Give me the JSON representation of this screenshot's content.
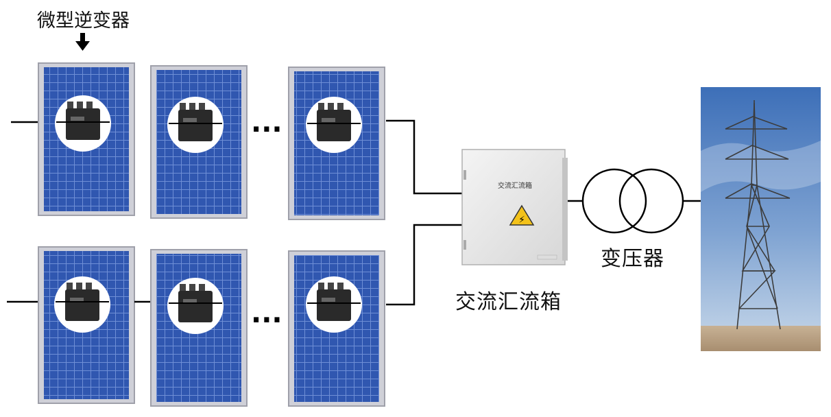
{
  "labels": {
    "micro_inverter": "微型逆变器",
    "combiner_box": "交流汇流箱",
    "transformer": "变压器",
    "combiner_plate": "交流汇流箱"
  },
  "ellipsis": "...",
  "colors": {
    "panel_blue": "#3057b0",
    "panel_frame": "#b8b8c4",
    "inverter": "#2a2a2a",
    "wire": "#000000",
    "sky_top": "#3d6fb8",
    "sky_bottom": "#c9d9ea",
    "ground": "#b79f82",
    "warning": "#f3c21a"
  },
  "rows": [
    {
      "panels": 3
    },
    {
      "panels": 3
    }
  ]
}
